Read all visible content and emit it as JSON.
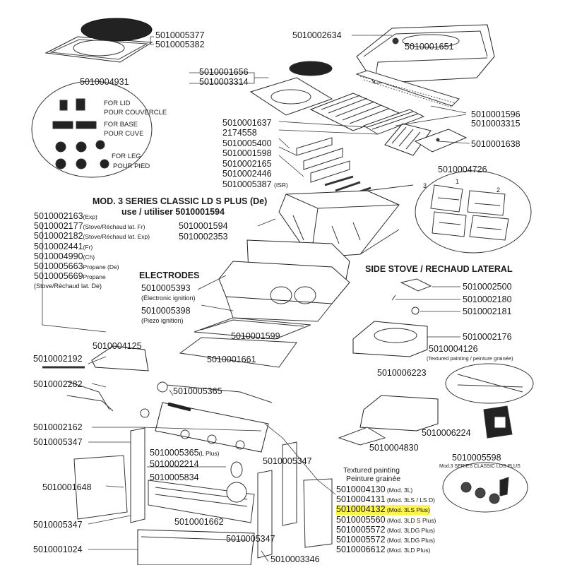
{
  "labels": {
    "p5010005377": "5010005377",
    "p5010005382": "5010005382",
    "p5010002634": "5010002634",
    "p5010001651": "5010001651",
    "p5010004931": "5010004931",
    "p5010001656": "5010001656",
    "p5010003314": "5010003314",
    "p5010001596": "5010001596",
    "p5010003315": "5010003315",
    "p5010001637": "5010001637",
    "p2174558": "2174558",
    "p5010005400": "5010005400",
    "p5010001598": "5010001598",
    "p5010002165": "5010002165",
    "p5010002446": "5010002446",
    "p5010005387": "5010005387",
    "p5010005387_suffix": "(ISR)",
    "p5010001638": "5010001638",
    "p5010004726": "5010004726",
    "p5010001594": "5010001594",
    "p5010002353": "5010002353",
    "p5010002500": "5010002500",
    "p5010002180": "5010002180",
    "p5010002181": "5010002181",
    "p5010002176": "5010002176",
    "p5010004126": "5010004126",
    "p5010004126_note": "(Textured painting / peinture grainée)",
    "p5010006223": "5010006223",
    "p5010006224": "5010006224",
    "p5010004830": "5010004830",
    "p5010005598": "5010005598",
    "p5010005598_note": "Mod.3 SERIES CLASSIC LDS PLUS",
    "p5010004125": "5010004125",
    "p5010002192": "5010002192",
    "p5010002282": "5010002282",
    "p5010005365": "5010005365",
    "p5010001599": "5010001599",
    "p5010001661": "5010001661",
    "p5010002162": "5010002162",
    "p5010005347a": "5010005347",
    "p5010005365b": "5010005365",
    "p5010005365b_suffix": "(L Plus)",
    "p5010002214": "5010002214",
    "p5010005834": "5010005834",
    "p5010005347b": "5010005347",
    "p5010001648": "5010001648",
    "p5010005347c": "5010005347",
    "p5010001662": "5010001662",
    "p5010005347d": "5010005347",
    "p5010001024": "5010001024",
    "p5010003346": "5010003346",
    "p5010005393": "5010005393",
    "p5010005393_note": "(Electronic ignition)",
    "p5010005398": "5010005398",
    "p5010005398_note": "(Piezo ignition)"
  },
  "fixings": {
    "lid": "FOR LID",
    "lid_fr": "POUR COUVERCLE",
    "base": "FOR BASE",
    "base_fr": "POUR CUVE",
    "leg": "FOR LEG",
    "leg_fr": "POUR PIED"
  },
  "model_title": "MOD. 3 SERIES CLASSIC LD S PLUS (De)",
  "model_use": "use / utiliser 5010001594",
  "left_list": [
    {
      "code": "5010002163",
      "suffix": "(Exp)"
    },
    {
      "code": "5010002177",
      "suffix": "(Stove/Réchaud lat. Fr)"
    },
    {
      "code": "5010002182",
      "suffix": "(Stove/Réchaud lat. Exp)"
    },
    {
      "code": "5010002441",
      "suffix": "(Fr)"
    },
    {
      "code": "5010004990",
      "suffix": "(Ch)"
    },
    {
      "code": "5010005663",
      "suffix": "Propane (De)"
    },
    {
      "code": "5010005669",
      "suffix": "Propane"
    }
  ],
  "left_list_tail": "(Stove/Réchaud lat. De)",
  "electrodes_title": "ELECTRODES",
  "side_stove_title": "SIDE STOVE / RECHAUD LATERAL",
  "burner_numbers": [
    "1",
    "2",
    "3"
  ],
  "textured": {
    "title": "Textured painting",
    "title_fr": "Peinture grainée",
    "rows": [
      {
        "code": "5010004130",
        "model": "(Mod. 3L)",
        "highlight": false
      },
      {
        "code": "5010004131",
        "model": "(Mod. 3LS / LS D)",
        "highlight": false
      },
      {
        "code": "5010004132",
        "model": "(Mod. 3LS Plus)",
        "highlight": true
      },
      {
        "code": "5010005560",
        "model": "(Mod. 3LD S Plus)",
        "highlight": false
      },
      {
        "code": "5010005572",
        "model": "(Mod. 3LDG Plus)",
        "highlight": false
      },
      {
        "code": "5010005572",
        "model": "(Mod. 3LDG Plus)",
        "highlight": false
      },
      {
        "code": "5010006612",
        "model": "(Mod. 3LD Plus)",
        "highlight": false
      }
    ]
  },
  "colors": {
    "line": "#333333",
    "highlight": "#fff34d",
    "fill": "#ffffff"
  }
}
